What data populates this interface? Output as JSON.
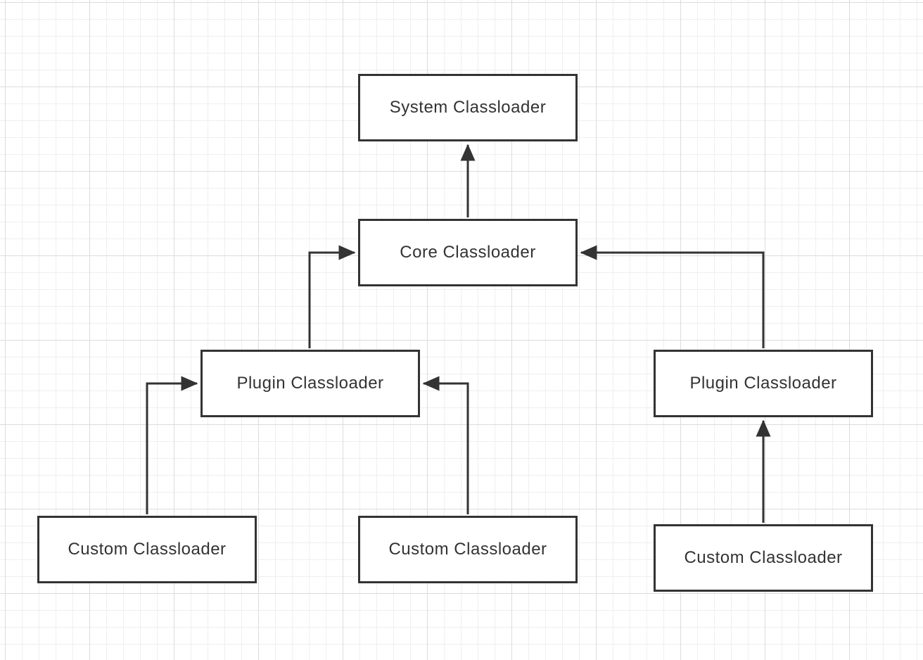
{
  "diagram": {
    "nodes": {
      "system": {
        "label": "System Classloader"
      },
      "core": {
        "label": "Core Classloader"
      },
      "plugin_left": {
        "label": "Plugin Classloader"
      },
      "plugin_right": {
        "label": "Plugin Classloader"
      },
      "custom_left": {
        "label": "Custom Classloader"
      },
      "custom_middle": {
        "label": "Custom Classloader"
      },
      "custom_right": {
        "label": "Custom Classloader"
      }
    },
    "edges": [
      {
        "from": "core",
        "to": "system"
      },
      {
        "from": "plugin_left",
        "to": "core"
      },
      {
        "from": "plugin_right",
        "to": "core"
      },
      {
        "from": "custom_left",
        "to": "plugin_left"
      },
      {
        "from": "custom_middle",
        "to": "plugin_left"
      },
      {
        "from": "custom_right",
        "to": "plugin_right"
      }
    ]
  },
  "colors": {
    "stroke": "#333333",
    "grid_major": "#dcdcdc",
    "grid_minor": "#efefef",
    "background": "#ffffff"
  }
}
